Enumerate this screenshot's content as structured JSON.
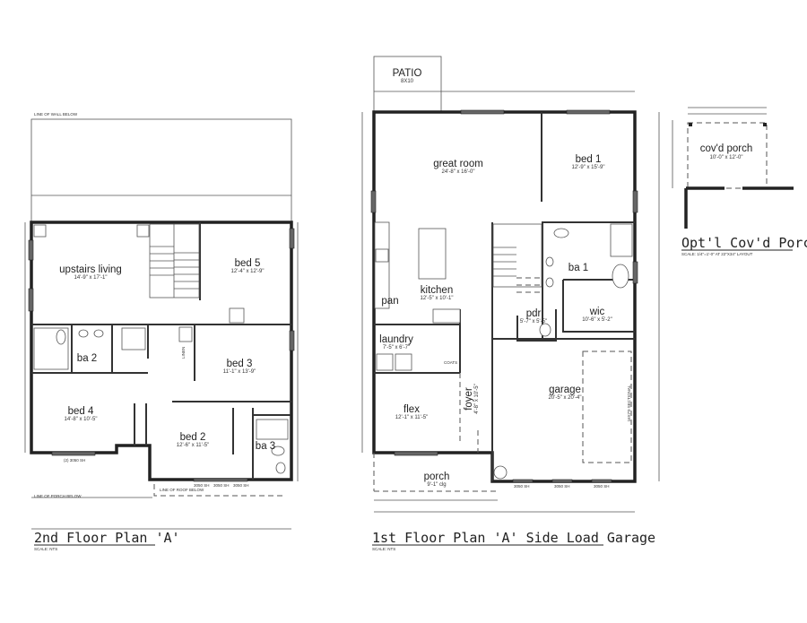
{
  "second_floor": {
    "title": "2nd Floor Plan 'A'",
    "scale": "SCALE: NTS",
    "notes": {
      "wall_below": "LINE OF WALL BELOW",
      "porch_below": "LINE OF PORCH BELOW",
      "roof_below": "LINE OF ROOF BELOW"
    },
    "windows": {
      "bed4": "(2) 3050 SH",
      "w1": "3050 SH",
      "w2": "3050 SH",
      "w3": "3050 SH"
    },
    "rooms": {
      "upstairs_living": {
        "name": "upstairs living",
        "dims": "14'-9\" x 17'-1\""
      },
      "bed5": {
        "name": "bed 5",
        "dims": "12'-4\" x 12'-9\""
      },
      "ba2": {
        "name": "ba 2"
      },
      "bed3": {
        "name": "bed 3",
        "dims": "11'-1\" x 13'-9\""
      },
      "bed4": {
        "name": "bed 4",
        "dims": "14'-8\" x 10'-5\""
      },
      "bed2": {
        "name": "bed 2",
        "dims": "12'-6\" x 11'-5\""
      },
      "ba3": {
        "name": "ba 3"
      },
      "linen": "LINEN"
    }
  },
  "first_floor": {
    "title": "1st Floor Plan 'A' Side Load Garage",
    "scale": "SCALE: NTS",
    "patio": {
      "name": "PATIO",
      "dims": "8X10"
    },
    "windows": {
      "w1": "3050 SH",
      "w2": "3050 SH",
      "w3": "3050 SH"
    },
    "garage_door": "16X7'0 SECTIONAL",
    "rooms": {
      "great_room": {
        "name": "great room",
        "dims": "24'-8\" x 16'-0\""
      },
      "bed1": {
        "name": "bed 1",
        "dims": "12'-9\" x 15'-9\""
      },
      "ba1": {
        "name": "ba 1"
      },
      "wic": {
        "name": "wic",
        "dims": "10'-6\" x 5'-2\""
      },
      "pdr": {
        "name": "pdr",
        "dims": "5'-7\" x 5'-5\""
      },
      "kitchen": {
        "name": "kitchen",
        "dims": "12'-5\" x 10'-1\""
      },
      "pan": {
        "name": "pan"
      },
      "laundry": {
        "name": "laundry",
        "dims": "7'-5\" x 6'-7\""
      },
      "coats": "COATS",
      "flex": {
        "name": "flex",
        "dims": "12'-1\" x 11'-5\""
      },
      "foyer": {
        "name": "foyer",
        "dims": "4'-8\" x 10'-5\""
      },
      "garage": {
        "name": "garage",
        "dims": "20'-5\" x 20'-4\""
      },
      "porch": {
        "name": "porch",
        "dims": "9'-1\" clg"
      }
    }
  },
  "optional_porch": {
    "title": "Opt'l Cov'd Porch",
    "scale": "SCALE: 1/4\"=1'-0\" AT 22\"X34\" LAYOUT",
    "room": {
      "name": "cov'd porch",
      "dims": "10'-0\" x 12'-0\""
    }
  }
}
